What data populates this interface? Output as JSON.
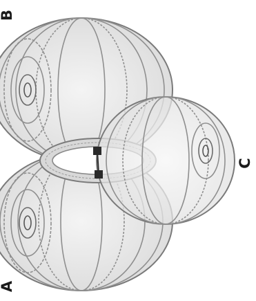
{
  "figure": {
    "labels": {
      "a": "A",
      "b": "B",
      "c": "C"
    },
    "colors": {
      "background": "#ffffff",
      "wire": "#8f8f8f",
      "wire_dark": "#6b6b6b",
      "ring_fill": "#ffffff",
      "dot": "#2a2a2a",
      "text": "#1a1a1a"
    }
  }
}
